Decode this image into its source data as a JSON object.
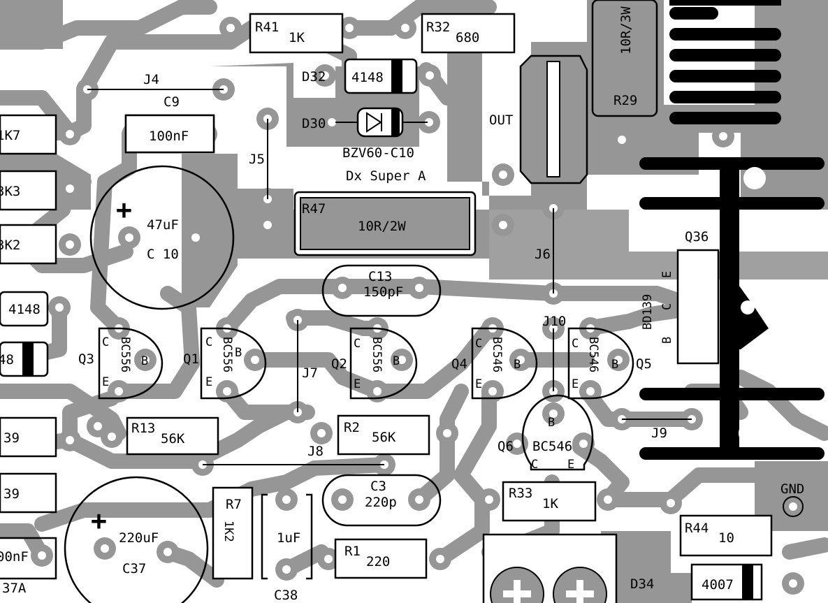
{
  "board": {
    "colors": {
      "copper": "#969696",
      "silk": "#000000",
      "background": "#ffffff"
    },
    "labels": {
      "r41": "R41",
      "r41_val": "1K",
      "r32": "R32",
      "r32_val": "680",
      "r29": "R29",
      "r29_val": "10R/3W",
      "d32": "D32",
      "d32_val": "4148",
      "d30": "D30",
      "d30_val": "BZV60-C10",
      "dx": "Dx Super A",
      "out": "OUT",
      "j4": "J4",
      "j5": "J5",
      "j6": "J6",
      "j7": "J7",
      "j8": "J8",
      "j9": "J9",
      "j10": "J10",
      "c9": "C9",
      "c9_val": "100nF",
      "c10": "C 10",
      "c10_val": "47uF",
      "r47": "R47",
      "r47_val": "10R/2W",
      "c13": "C13",
      "c13_val": "150pF",
      "q36": "Q36",
      "bd139": "BD139",
      "q36_e": "E",
      "q36_c": "C",
      "q36_b": "B",
      "left_1k7": "1K7",
      "left_3k3": "3K3",
      "left_3k2": "3K2",
      "left_4148": "4148",
      "left_48": "48",
      "left_39a": "39",
      "left_39b": "39",
      "left_0nf": "00nF",
      "left_37a": "37A",
      "q3": "Q3",
      "q1": "Q1",
      "q2": "Q2",
      "q4": "Q4",
      "q5": "Q5",
      "q6": "Q6",
      "bc556": "BC556",
      "bc546": "BC546",
      "pin_c": "C",
      "pin_e": "E",
      "pin_b": "B",
      "r13": "R13",
      "r13_val": "56K",
      "r2": "R2",
      "r2_val": "56K",
      "r7": "R7",
      "r7_val": "1K2",
      "c3": "C3",
      "c3_val": "220p",
      "c38": "C38",
      "c38_val": "1uF",
      "c37": "C37",
      "c37_val": "220uF",
      "r1": "R1",
      "r1_val": "220",
      "r33": "R33",
      "r33_val": "1K",
      "r44": "R44",
      "r44_val": "10",
      "gnd": "GND",
      "d34": "D34",
      "d34_val": "4007",
      "plus": "+"
    }
  }
}
